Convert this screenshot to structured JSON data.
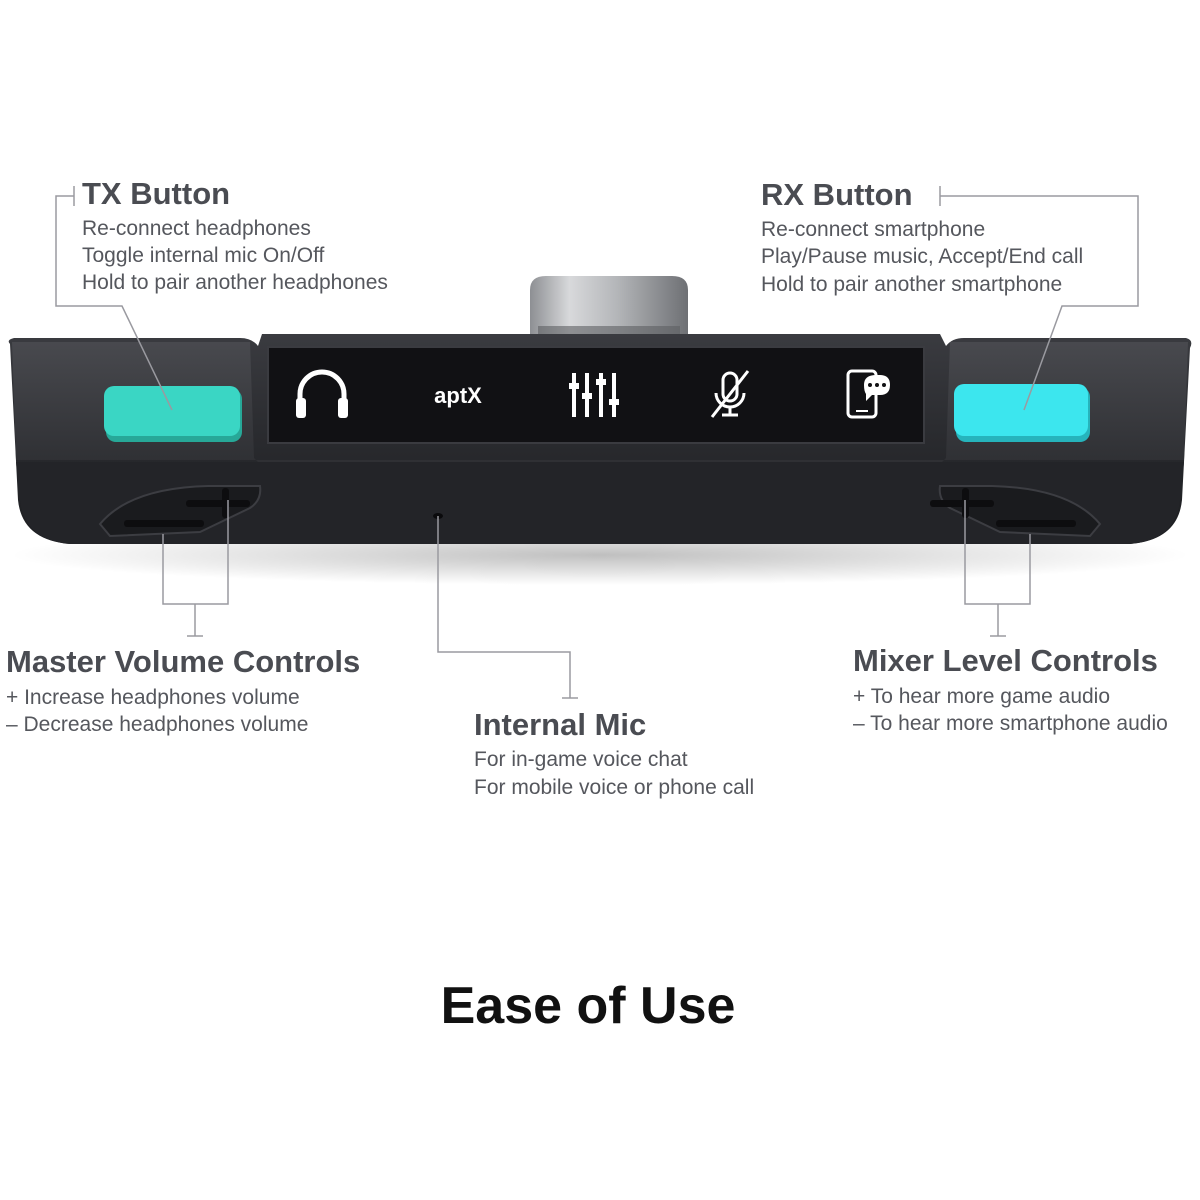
{
  "tx_button": {
    "title": "TX Button",
    "lines": [
      "Re-connect headphones",
      "Toggle internal mic On/Off",
      "Hold to pair another headphones"
    ]
  },
  "rx_button": {
    "title": "RX Button",
    "lines": [
      "Re-connect smartphone",
      "Play/Pause music, Accept/End call",
      "Hold to pair another smartphone"
    ]
  },
  "master_volume": {
    "title": "Master Volume Controls",
    "lines": [
      "+ Increase headphones volume",
      "– Decrease headphones volume"
    ]
  },
  "internal_mic": {
    "title": "Internal Mic",
    "lines": [
      "For in-game voice chat",
      "For mobile voice or phone call"
    ]
  },
  "mixer_level": {
    "title": "Mixer Level Controls",
    "lines": [
      "+ To hear more game audio",
      "– To hear more smartphone audio"
    ]
  },
  "panel": {
    "aptx_label": "aptX",
    "icons": [
      "headphones-icon",
      "aptx-label",
      "equalizer-icon",
      "mic-muted-icon",
      "phone-chat-icon"
    ]
  },
  "headline": "Ease of Use",
  "colors": {
    "tx_button": "#3ad6c4",
    "rx_button": "#3ce6ee",
    "device_body": "#2a2b2f",
    "panel": "#111114",
    "text_title": "#4a4c52",
    "text_body": "#55575d",
    "leader_line": "#9a9aa0"
  }
}
